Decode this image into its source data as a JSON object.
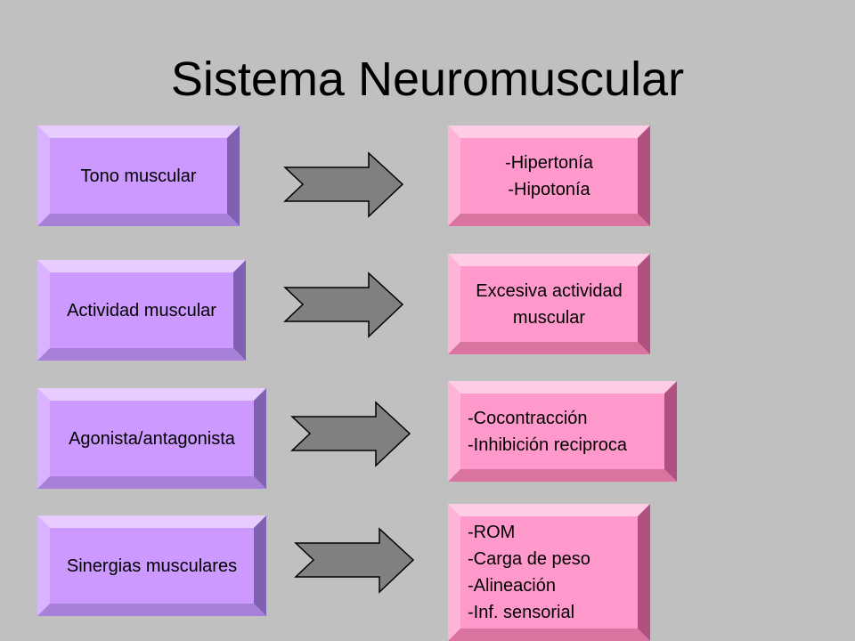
{
  "title": "Sistema Neuromuscular",
  "colors": {
    "background": "#c0c0c0",
    "left_face": "#cc99ff",
    "left_light": "#e6ccff",
    "left_dark": "#8060b0",
    "right_face": "#ff99cc",
    "right_light": "#ffcce6",
    "right_dark": "#b05080",
    "arrow": "#808080"
  },
  "rows": [
    {
      "left": "Tono muscular",
      "right": [
        "-Hipertonía",
        "-Hipotonía"
      ]
    },
    {
      "left": "Actividad muscular",
      "right": [
        "Excesiva actividad",
        "muscular"
      ]
    },
    {
      "left": "Agonista/antagonista",
      "right": [
        "-Cocontracción",
        "-Inhibición reciproca"
      ]
    },
    {
      "left": "Sinergias musculares",
      "right": [
        "-ROM",
        "-Carga de peso",
        "-Alineación",
        "-Inf. sensorial"
      ]
    }
  ]
}
